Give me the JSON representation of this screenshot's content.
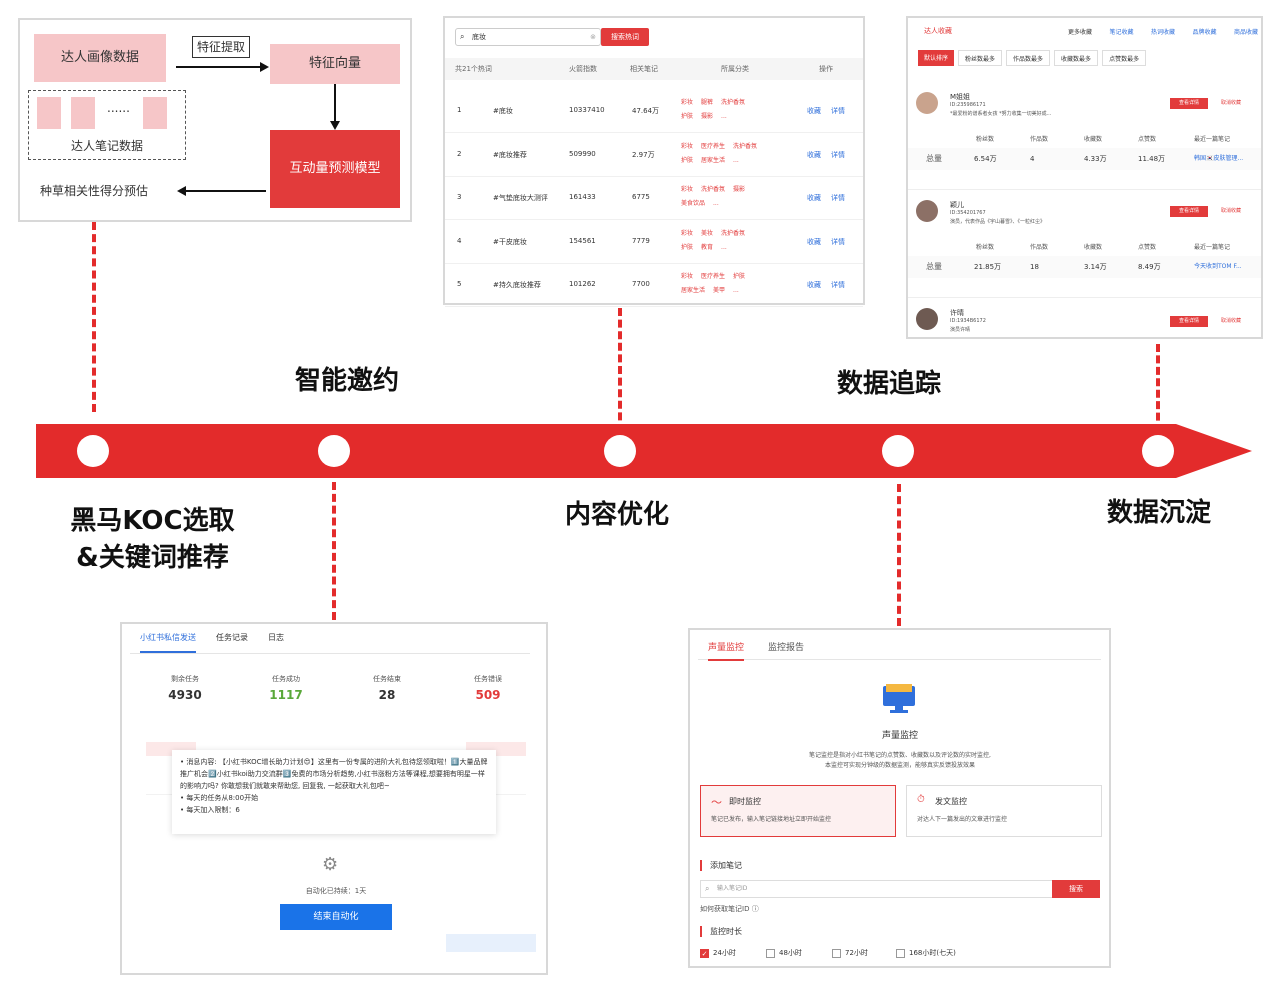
{
  "colors": {
    "accent": "#e32b2b",
    "timeline": "#e32b2b",
    "pink": "#f6c6c8",
    "link": "#2f6fdb",
    "blue_btn": "#1a73e8"
  },
  "stages": {
    "s1": "黑马KOC选取\n&关键词推荐",
    "s2": "智能邀约",
    "s3": "内容优化",
    "s4": "数据追踪",
    "s5": "数据沉淀"
  },
  "model": {
    "portrait": "达人画像数据",
    "feature_extract": "特征提取",
    "feature_vector": "特征向量",
    "dots": "......",
    "notes": "达人笔记数据",
    "predict": "互动量预测模型",
    "score": "种草相关性得分预估"
  },
  "keywords": {
    "search_value": "底妆",
    "search_button": "搜索热词",
    "total": "共21个热词",
    "headers": [
      "火箭指数",
      "相关笔记",
      "所属分类",
      "操作"
    ],
    "rows": [
      {
        "idx": "1",
        "word": "#底妆",
        "index": "10337410",
        "notes": "47.64万",
        "cats1": [
          "彩妆",
          "腿裤",
          "洗护香氛"
        ],
        "cats2": [
          "护肤",
          "摄影",
          "..."
        ]
      },
      {
        "idx": "2",
        "word": "#底妆推荐",
        "index": "509990",
        "notes": "2.97万",
        "cats1": [
          "彩妆",
          "医疗养生",
          "洗护香氛"
        ],
        "cats2": [
          "护肤",
          "居家生活",
          "..."
        ]
      },
      {
        "idx": "3",
        "word": "#气垫底妆大测评",
        "index": "161433",
        "notes": "6775",
        "cats1": [
          "彩妆",
          "洗护香氛",
          "摄影"
        ],
        "cats2": [
          "美食饮品",
          "..."
        ]
      },
      {
        "idx": "4",
        "word": "#干皮底妆",
        "index": "154561",
        "notes": "7779",
        "cats1": [
          "彩妆",
          "美妆",
          "洗护香氛"
        ],
        "cats2": [
          "护肤",
          "教育",
          "..."
        ]
      },
      {
        "idx": "5",
        "word": "#持久底妆推荐",
        "index": "101262",
        "notes": "7700",
        "cats1": [
          "彩妆",
          "医疗养生",
          "护肤"
        ],
        "cats2": [
          "居家生活",
          "美甲",
          "..."
        ]
      }
    ],
    "collect": "收藏",
    "detail": "详情"
  },
  "collect": {
    "title": "达人收藏",
    "top_links": [
      "更多收藏",
      "笔记收藏",
      "热词收藏",
      "品牌收藏",
      "商品收藏"
    ],
    "filters": [
      "默认排序",
      "粉丝数最多",
      "作品数最多",
      "收藏数最多",
      "点赞数最多"
    ],
    "view": "查看详情",
    "cancel": "取消收藏",
    "stat_headers": [
      "粉丝数",
      "作品数",
      "收藏数",
      "点赞数",
      "最近一篇笔记"
    ],
    "total_label": "总量",
    "kols": [
      {
        "name": "M姐姐",
        "id": "ID:235986171",
        "desc": "*最爱粉的谱系者女孩 *努力收集一切美好成...",
        "fans": "6.54万",
        "works": "4",
        "fav": "4.33万",
        "likes": "11.48万",
        "latest": "韩国🇰🇷皮肤管理..."
      },
      {
        "name": "颖儿",
        "id": "ID:354201767",
        "desc": "演员，代表作品《宇山暮雪》、《一粒红尘》",
        "fans": "21.85万",
        "works": "18",
        "fav": "3.14万",
        "likes": "8.49万",
        "latest": "今天收到TOM F..."
      },
      {
        "name": "许晴",
        "id": "ID:1934B6172",
        "desc": "演员许晴"
      }
    ]
  },
  "invite": {
    "tabs": [
      "小红书私信发送",
      "任务记录",
      "日志"
    ],
    "stats": [
      {
        "label": "剩余任务",
        "value": "4930",
        "color": "#333333"
      },
      {
        "label": "任务成功",
        "value": "1117",
        "color": "#5aa83a"
      },
      {
        "label": "任务结束",
        "value": "28",
        "color": "#333333"
      },
      {
        "label": "任务错误",
        "value": "509",
        "color": "#e23b3b"
      }
    ],
    "message": "• 消息内容: 【小红书KOC增长助力计划😍】这里有一份专属的进阶大礼包待您领取啦！1️⃣大量品牌推广机会2️⃣小红书koi助力交流群3️⃣免费的市场分析趋势,小红书涨粉方法等课程,想要拥有明星一样的影响力吗? 你敢想我们就敢来帮助您, 回复我, 一起获取大礼包吧~",
    "start": "• 每天的任务从8:00开始",
    "limit": "• 每天加入限制：6",
    "duration": "自动化已持续：1天",
    "end_button": "结束自动化"
  },
  "monitor": {
    "tabs": [
      "声量监控",
      "监控报告"
    ],
    "title": "声量监控",
    "desc1": "笔记监控是指对小红书笔记的点赞数、收藏数以及评论数的实时监控,",
    "desc2": "本监控可实现分钟级的数据监测，能够真实反馈投放效果",
    "opt1_title": "即时监控",
    "opt1_desc": "笔记已发布，输入笔记链接地址立即开始监控",
    "opt2_title": "发文监控",
    "opt2_desc": "对达人下一篇发出的文章进行监控",
    "add_note": "添加笔记",
    "input_placeholder": "输入笔记ID",
    "search": "搜索",
    "how": "如何获取笔记ID",
    "duration_label": "监控时长",
    "durations": [
      "24小时",
      "48小时",
      "72小时",
      "168小时(七天)"
    ]
  }
}
